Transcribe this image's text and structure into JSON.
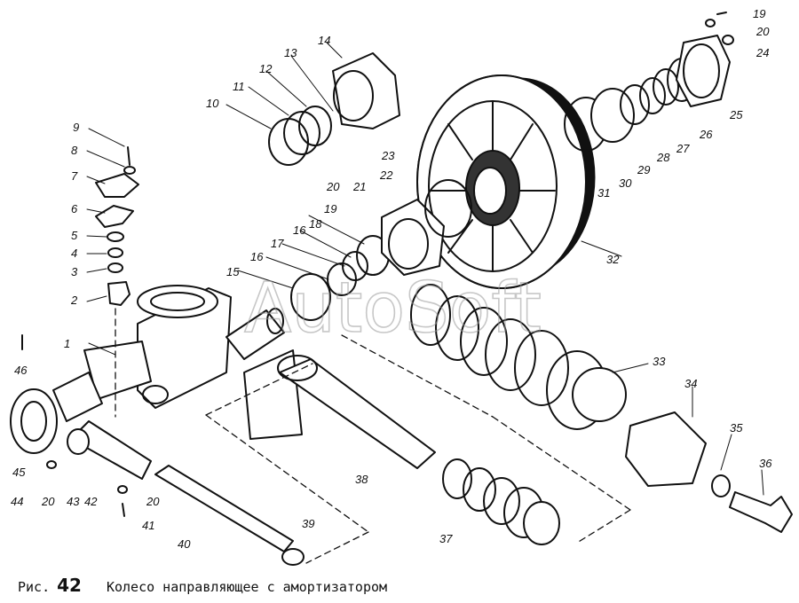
{
  "watermark": "AutoSoft",
  "caption": {
    "prefix": "Рис.",
    "number": "42",
    "title": "Колесо направляющее с амортизатором"
  },
  "callouts": [
    {
      "id": "c1",
      "text": "1"
    },
    {
      "id": "c2",
      "text": "2"
    },
    {
      "id": "c3",
      "text": "3"
    },
    {
      "id": "c4",
      "text": "4"
    },
    {
      "id": "c5",
      "text": "5"
    },
    {
      "id": "c6",
      "text": "6"
    },
    {
      "id": "c7",
      "text": "7"
    },
    {
      "id": "c8",
      "text": "8"
    },
    {
      "id": "c9",
      "text": "9"
    },
    {
      "id": "c10",
      "text": "10"
    },
    {
      "id": "c11",
      "text": "11"
    },
    {
      "id": "c12",
      "text": "12"
    },
    {
      "id": "c13",
      "text": "13"
    },
    {
      "id": "c14",
      "text": "14"
    },
    {
      "id": "c15",
      "text": "15"
    },
    {
      "id": "c16a",
      "text": "16"
    },
    {
      "id": "c16b",
      "text": "16"
    },
    {
      "id": "c17",
      "text": "17"
    },
    {
      "id": "c18",
      "text": "18"
    },
    {
      "id": "c19a",
      "text": "19"
    },
    {
      "id": "c19b",
      "text": "19"
    },
    {
      "id": "c20a",
      "text": "20"
    },
    {
      "id": "c20b",
      "text": "20"
    },
    {
      "id": "c20c",
      "text": "20"
    },
    {
      "id": "c20d",
      "text": "20"
    },
    {
      "id": "c21",
      "text": "21"
    },
    {
      "id": "c22",
      "text": "22"
    },
    {
      "id": "c23",
      "text": "23"
    },
    {
      "id": "c24",
      "text": "24"
    },
    {
      "id": "c25",
      "text": "25"
    },
    {
      "id": "c26",
      "text": "26"
    },
    {
      "id": "c27",
      "text": "27"
    },
    {
      "id": "c28",
      "text": "28"
    },
    {
      "id": "c29",
      "text": "29"
    },
    {
      "id": "c30",
      "text": "30"
    },
    {
      "id": "c31",
      "text": "31"
    },
    {
      "id": "c32",
      "text": "32"
    },
    {
      "id": "c33",
      "text": "33"
    },
    {
      "id": "c34",
      "text": "34"
    },
    {
      "id": "c35",
      "text": "35"
    },
    {
      "id": "c36",
      "text": "36"
    },
    {
      "id": "c37",
      "text": "37"
    },
    {
      "id": "c38",
      "text": "38"
    },
    {
      "id": "c39",
      "text": "39"
    },
    {
      "id": "c40",
      "text": "40"
    },
    {
      "id": "c41",
      "text": "41"
    },
    {
      "id": "c42",
      "text": "42"
    },
    {
      "id": "c43",
      "text": "43"
    },
    {
      "id": "c44",
      "text": "44"
    },
    {
      "id": "c45",
      "text": "45"
    },
    {
      "id": "c46",
      "text": "46"
    }
  ]
}
